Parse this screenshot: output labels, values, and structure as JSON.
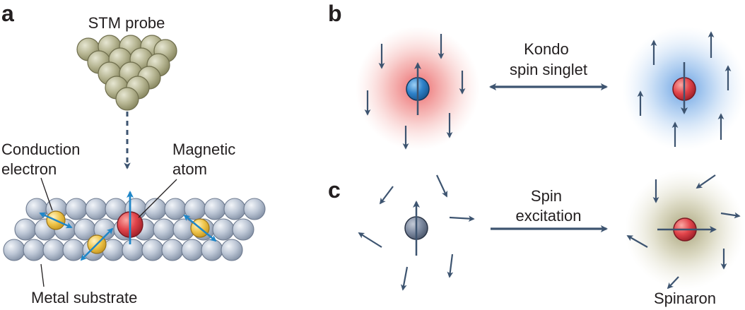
{
  "panels": {
    "a": "a",
    "b": "b",
    "c": "c"
  },
  "panel_a": {
    "stm_probe": "STM probe",
    "conduction_electron": [
      "Conduction",
      "electron"
    ],
    "magnetic_atom": [
      "Magnetic",
      "atom"
    ],
    "metal_substrate": "Metal substrate"
  },
  "panel_b": {
    "kondo": [
      "Kondo",
      "spin singlet"
    ]
  },
  "panel_c": {
    "spin_excitation": [
      "Spin",
      "excitation"
    ],
    "spinaron": "Spinaron"
  },
  "colors": {
    "arrow": "#3d5470",
    "probe_atom": "#b8b797",
    "substrate_atom": "#b9c4d3",
    "conduction_electron": "#efc64f",
    "magnetic_atom": "#e2444c",
    "blue_atom": "#2f7fc6",
    "grey_atom": "#7d8aa0",
    "spin_arrow": "#1f86c8",
    "red_cloud": "#ec6a6a",
    "blue_cloud": "#7fb0e6",
    "olive_cloud": "#a9a37a"
  }
}
